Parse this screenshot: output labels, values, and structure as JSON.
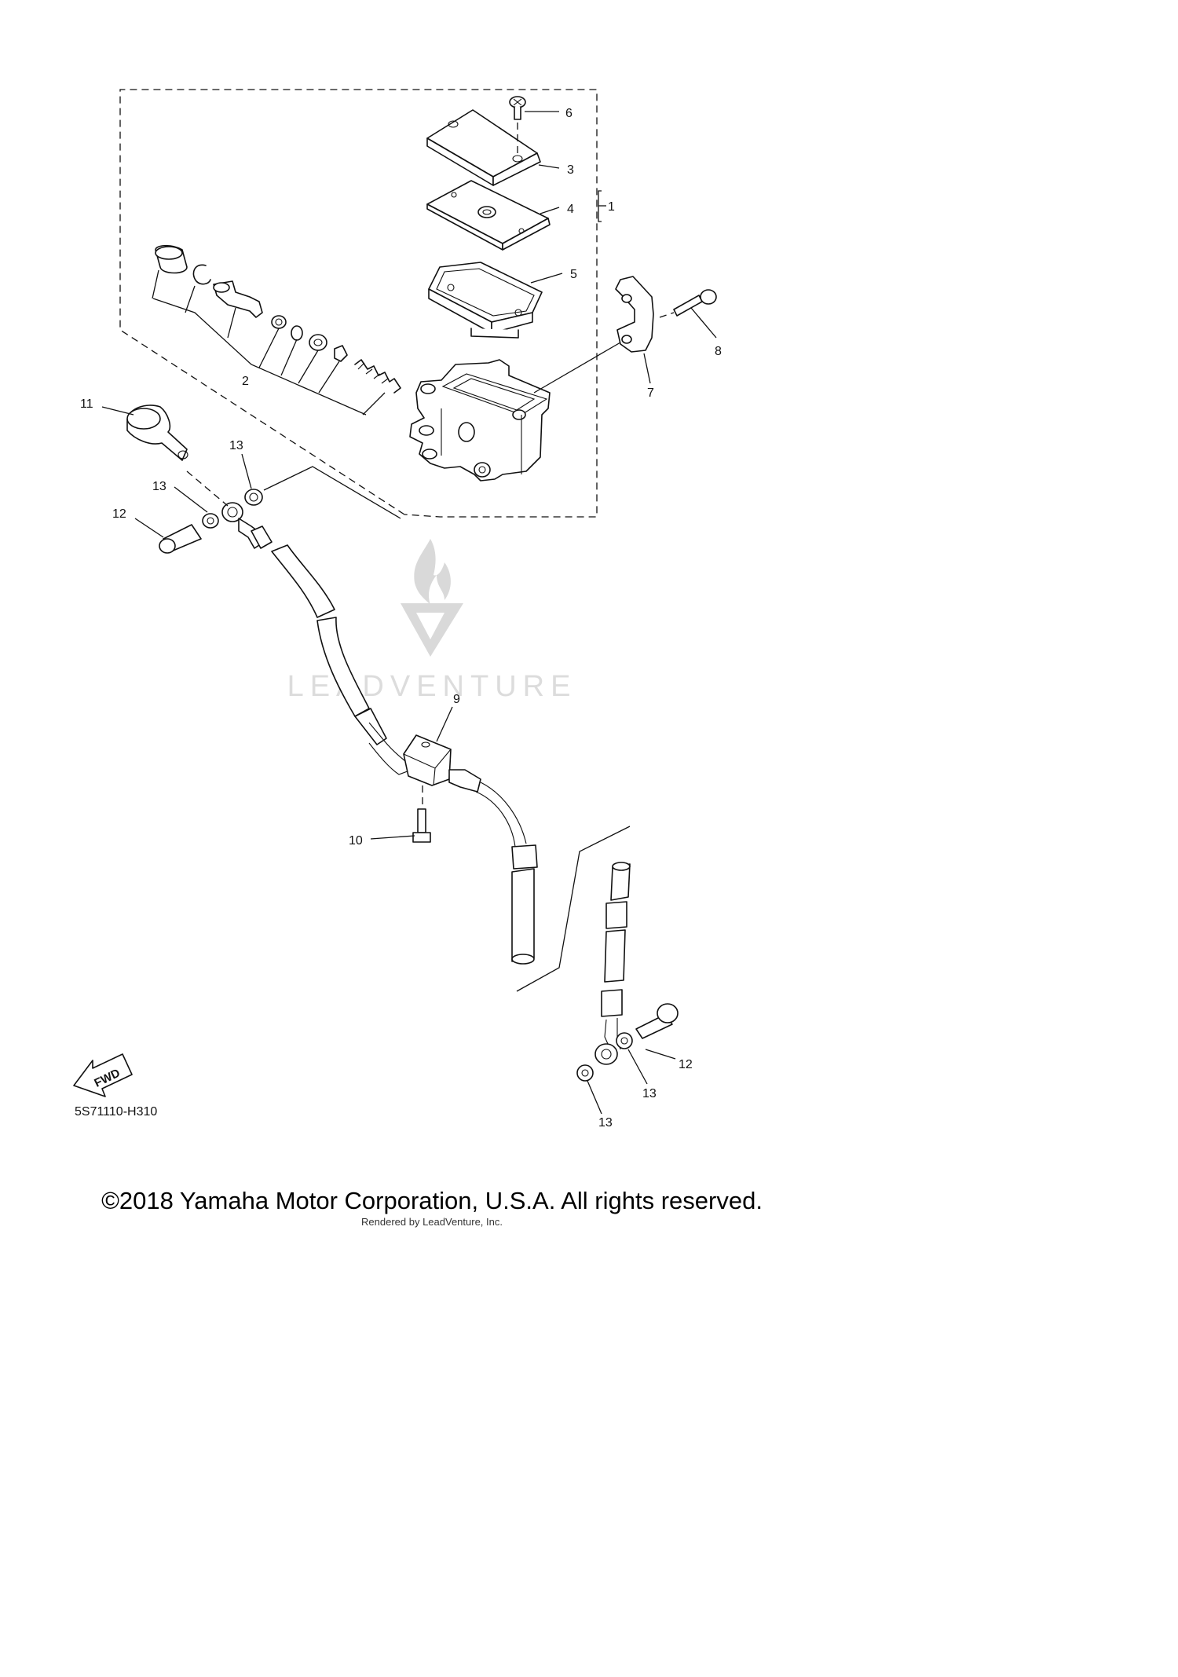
{
  "diagram": {
    "code": "5S71110-H310",
    "fwd_label": "FWD",
    "watermark": "LEADVENTURE",
    "callouts": {
      "c1": "1",
      "c2": "2",
      "c3": "3",
      "c4": "4",
      "c5": "5",
      "c6": "6",
      "c7": "7",
      "c8": "8",
      "c9": "9",
      "c10": "10",
      "c11": "11",
      "c12a": "12",
      "c12b": "12",
      "c13a": "13",
      "c13b": "13",
      "c13c": "13",
      "c13d": "13"
    }
  },
  "footer": {
    "copyright": "©2018 Yamaha Motor Corporation, U.S.A. All rights reserved.",
    "rendered_by": "Rendered by LeadVenture, Inc."
  }
}
